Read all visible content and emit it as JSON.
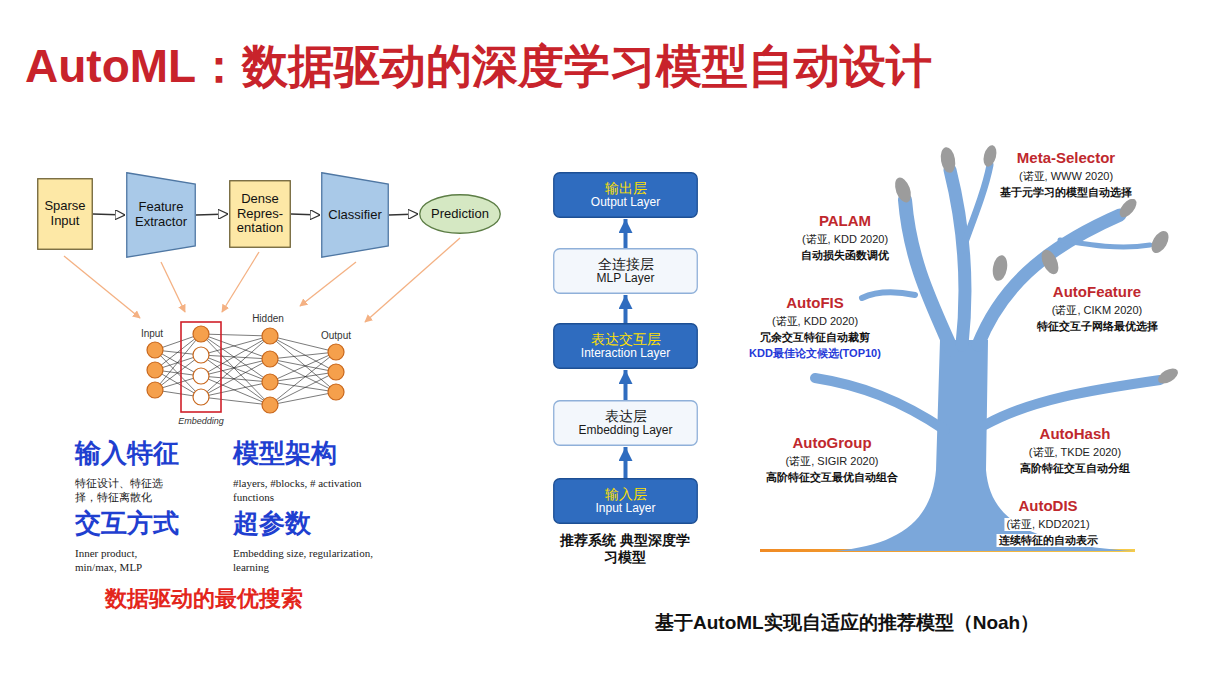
{
  "diagram": {
    "title": "AutoML：数据驱动的深度学习模型自动设计",
    "caption": "基于AutoML实现自适应的推荐模型（Noah）",
    "nodes": [
      {
        "text": [
          "Sparse Input"
        ]
      },
      {
        "text": [
          "Feature Extractor"
        ]
      },
      {
        "text": [
          "Dense Repres- entation"
        ]
      },
      {
        "text": [
          "Classifier"
        ]
      },
      {
        "text": [
          "Prediction"
        ]
      },
      {
        "text": [
          "输出层",
          "Output Layer"
        ]
      },
      {
        "text": [
          "全连接层",
          "MLP Layer"
        ]
      },
      {
        "text": [
          "表达交互层",
          "Interaction Layer"
        ]
      },
      {
        "text": [
          "表达层",
          "Embedding Layer"
        ]
      },
      {
        "text": [
          "输入层",
          "Input Layer"
        ]
      }
    ],
    "edges": [
      {
        "from": 0,
        "to": 1,
        "arrow": "to"
      },
      {
        "from": 1,
        "to": 2,
        "arrow": "to"
      },
      {
        "from": 2,
        "to": 3,
        "arrow": "to"
      },
      {
        "from": 3,
        "to": 4,
        "arrow": "to"
      },
      {
        "from": 9,
        "to": 8,
        "arrow": "to"
      },
      {
        "from": 8,
        "to": 7,
        "arrow": "to"
      },
      {
        "from": 7,
        "to": 6,
        "arrow": "to"
      },
      {
        "from": 6,
        "to": 5,
        "arrow": "to"
      }
    ],
    "labels": [
      "Input",
      "Hidden",
      "Output",
      "Embedding",
      "输入特征",
      "特征设计、特征选择，特征离散化",
      "模型架构",
      "#layers, #blocks, # activation functions",
      "交互方式",
      "Inner product, min/max, MLP",
      "超参数",
      "Embedding size, regularization, learning",
      "数据驱动的最优搜索",
      "推荐系统 典型深度学习模型",
      "PALAM",
      "(诺亚, KDD 2020)",
      "自动损失函数调优",
      "Meta-Selector",
      "(诺亚, WWW 2020)",
      "基于元学习的模型自动选择",
      "AutoFIS",
      "(诺亚, KDD 2020)",
      "冗余交互特征自动裁剪",
      "KDD最佳论文候选(TOP10)",
      "AutoFeature",
      "(诺亚, CIKM 2020)",
      "特征交互子网络最优选择",
      "AutoGroup",
      "(诺亚, SIGIR 2020)",
      "高阶特征交互最优自动组合",
      "AutoHash",
      "(诺亚, TKDE 2020)",
      "高阶特征交互自动分组",
      "AutoDIS",
      "(诺亚, KDD2021)",
      "连续特征的自动表示"
    ]
  }
}
